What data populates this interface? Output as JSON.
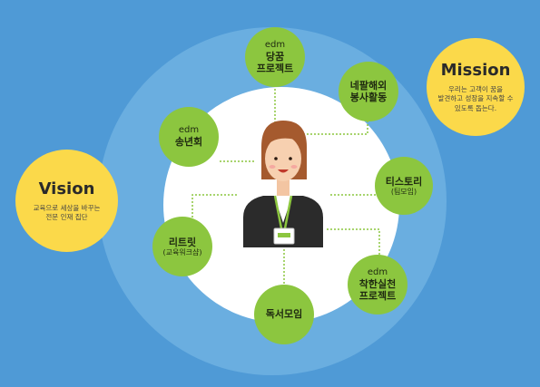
{
  "vision": {
    "title": "Vision",
    "desc_line1": "교육으로 세상을 바꾸는",
    "desc_line2": "전문 인재 집단"
  },
  "mission": {
    "title": "Mission",
    "desc_line1": "우리는 고객이 꿈을",
    "desc_line2": "발견하고 성장을 지속할 수",
    "desc_line3": "있도록 돕는다."
  },
  "nodes": {
    "project": {
      "line1": "edm",
      "line2": "당꿈",
      "line3": "프로젝트"
    },
    "nepal": {
      "line1": "네팔해외",
      "line2": "봉사활동"
    },
    "songnyeon": {
      "line1": "edm",
      "line2": "송년회"
    },
    "history": {
      "line1": "티스토리",
      "line2": "(팀모임)"
    },
    "retreat": {
      "line1": "리트릿",
      "line2": "(교육워크샵)"
    },
    "kindness": {
      "line1": "edm",
      "line2": "착한실천",
      "line3": "프로젝트"
    },
    "reading": {
      "line1": "독서모임"
    }
  },
  "colors": {
    "background": "#4f9ad6",
    "outer_ring": "#6aaee0",
    "inner_circle": "#ffffff",
    "node": "#8cc63f",
    "side": "#fbd94a",
    "connector": "#8cc63f"
  }
}
